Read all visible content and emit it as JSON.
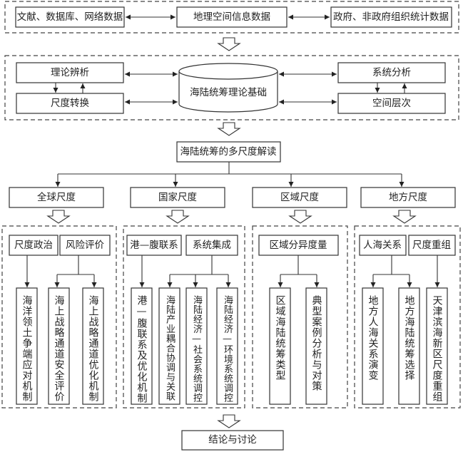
{
  "sources": {
    "left": "文献、数据库、网络数据",
    "center": "地理空间信息数据",
    "right": "政府、非政府组织统计数据"
  },
  "theory": {
    "core": "海陆统筹理论基础",
    "left_top": "理论辨析",
    "left_bottom": "尺度转换",
    "right_top": "系统分析",
    "right_bottom": "空间层次"
  },
  "multiscale": {
    "title": "海陆统筹的多尺度解读",
    "scales": [
      "全球尺度",
      "国家尺度",
      "区域尺度",
      "地方尺度"
    ]
  },
  "global": {
    "topics": [
      "尺度政治",
      "风险评价"
    ],
    "items": [
      "海洋领土争端应对机制",
      "海上战略通道安全评价",
      "海上战略通道优化机制"
    ]
  },
  "national": {
    "topics": [
      "港—腹联系",
      "系统集成"
    ],
    "items": [
      "港—腹联系及优化机制",
      "海陆产业耦合协调与关联",
      "海陆经济—社会系统调控",
      "海陆经济—环境系统调控"
    ]
  },
  "regional": {
    "topics": [
      "区域分异度量"
    ],
    "items": [
      "区域海陆统筹类型",
      "典型案例分析与对策"
    ]
  },
  "local": {
    "topics": [
      "人海关系",
      "尺度重组"
    ],
    "items": [
      "地方人海关系演变",
      "地方海陆统筹选择",
      "天津滨海新区尺度重组"
    ]
  },
  "conclusion": "结论与讨论"
}
